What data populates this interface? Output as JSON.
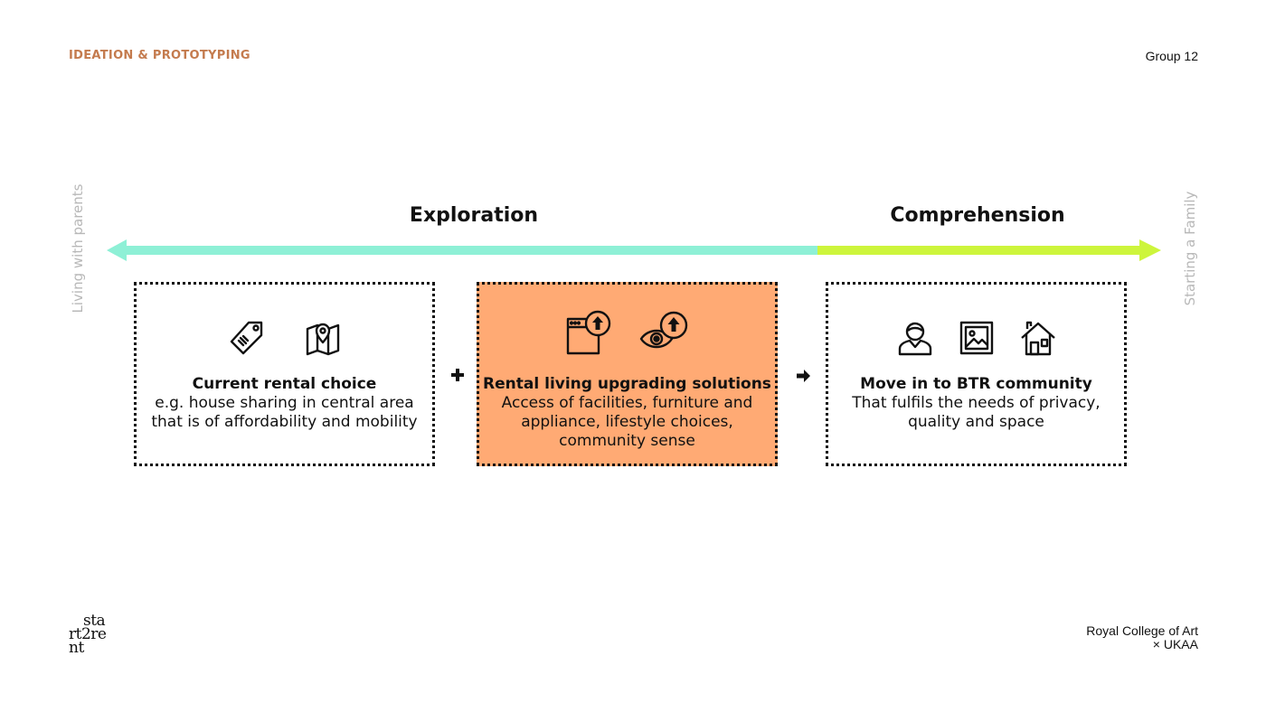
{
  "header": {
    "section_title": "IDEATION & PROTOTYPING",
    "group_label": "Group 12",
    "section_title_color": "#c47b4e"
  },
  "axis": {
    "start_label": "Living with parents",
    "end_label": "Starting a Family",
    "left_color": "#8ef0d6",
    "right_color": "#cdf53c"
  },
  "phases": [
    {
      "label": "Exploration"
    },
    {
      "label": "Comprehension"
    }
  ],
  "boxes": [
    {
      "title": "Current rental choice",
      "lines": [
        "e.g. house sharing in central area",
        "that is of affordability and mobility"
      ],
      "icons": [
        "price-tag-icon",
        "map-pin-icon"
      ]
    },
    {
      "title": "Rental living upgrading solutions",
      "lines": [
        "Access of facilities, furniture and",
        "appliance, lifestyle choices,",
        "community sense"
      ],
      "icons": [
        "window-upgrade-icon",
        "eye-upgrade-icon"
      ],
      "fill_color": "#ffaa74"
    },
    {
      "title": "Move in to BTR community",
      "lines": [
        "That fulfils the needs of privacy,",
        "quality and space"
      ],
      "icons": [
        "person-icon",
        "picture-frame-icon",
        "house-icon"
      ]
    }
  ],
  "connectors": [
    "plus-icon",
    "arrow-right-icon"
  ],
  "logo": {
    "lines": [
      "sta",
      "rt2re",
      "nt"
    ]
  },
  "footer": {
    "line1": "Royal College of Art",
    "line2": "× UKAA"
  }
}
